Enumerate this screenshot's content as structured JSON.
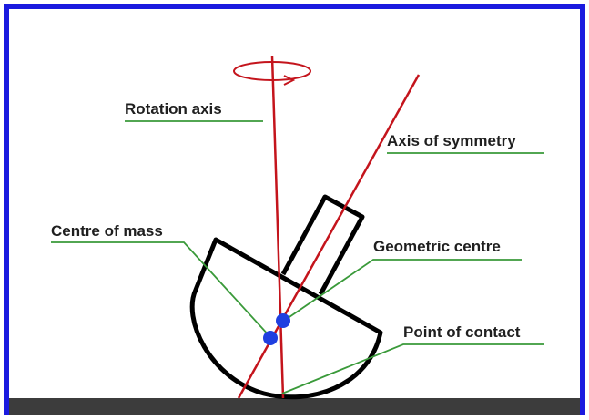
{
  "diagram": {
    "labels": {
      "rotation_axis": "Rotation axis",
      "axis_of_symmetry": "Axis of symmetry",
      "centre_of_mass": "Centre of mass",
      "geometric_centre": "Geometric centre",
      "point_of_contact": "Point of contact"
    },
    "colors": {
      "frame_border": "#1a1adf",
      "axis_lines": "#c4141c",
      "leader_lines": "#3a9a3a",
      "shape_outline": "#000000",
      "points": "#1f3fe0",
      "ground": "#3c3c3c"
    }
  }
}
